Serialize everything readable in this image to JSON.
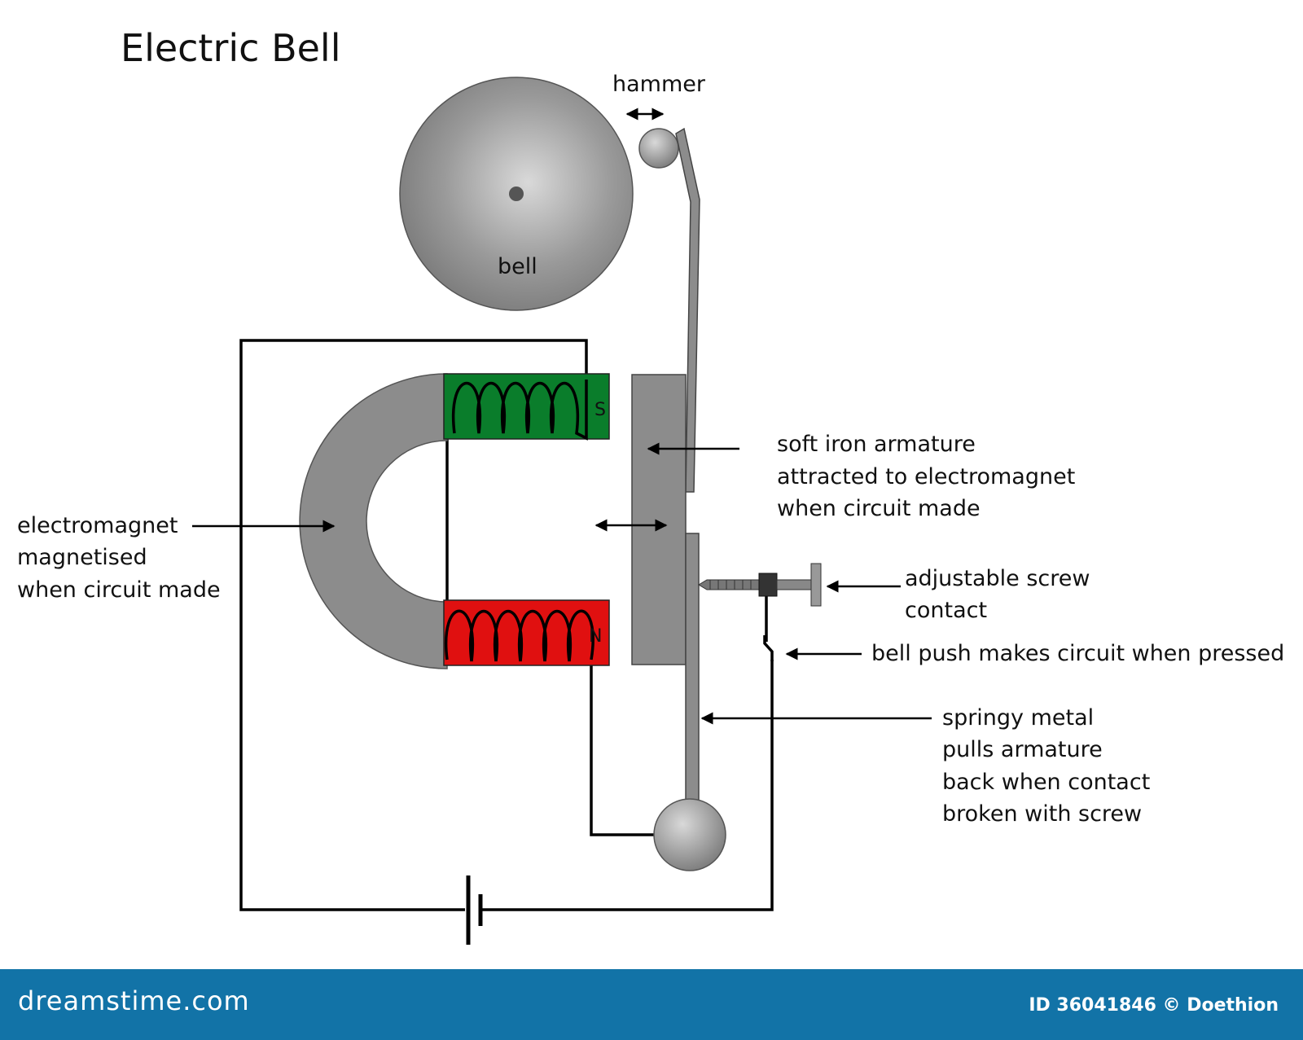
{
  "title": "Electric Bell",
  "labels": {
    "hammer": "hammer",
    "bell": "bell",
    "south_pole": "S",
    "north_pole": "N",
    "electromagnet": [
      "electromagnet",
      "magnetised",
      "when circuit made"
    ],
    "armature": [
      "soft iron armature",
      "attracted to electromagnet",
      "when circuit made"
    ],
    "screw": [
      "adjustable screw",
      "contact"
    ],
    "bell_push": "bell push makes circuit when pressed",
    "spring": [
      "springy metal",
      "pulls armature",
      "back when contact",
      "broken with screw"
    ]
  },
  "footer": {
    "brand": "dreamstime.com",
    "credit": "ID 36041846 © Doethion"
  },
  "colors": {
    "south_coil": "#0a7d2b",
    "north_coil": "#e01010",
    "metal": "#8c8c8c",
    "footer_bg": "#1273a7"
  }
}
